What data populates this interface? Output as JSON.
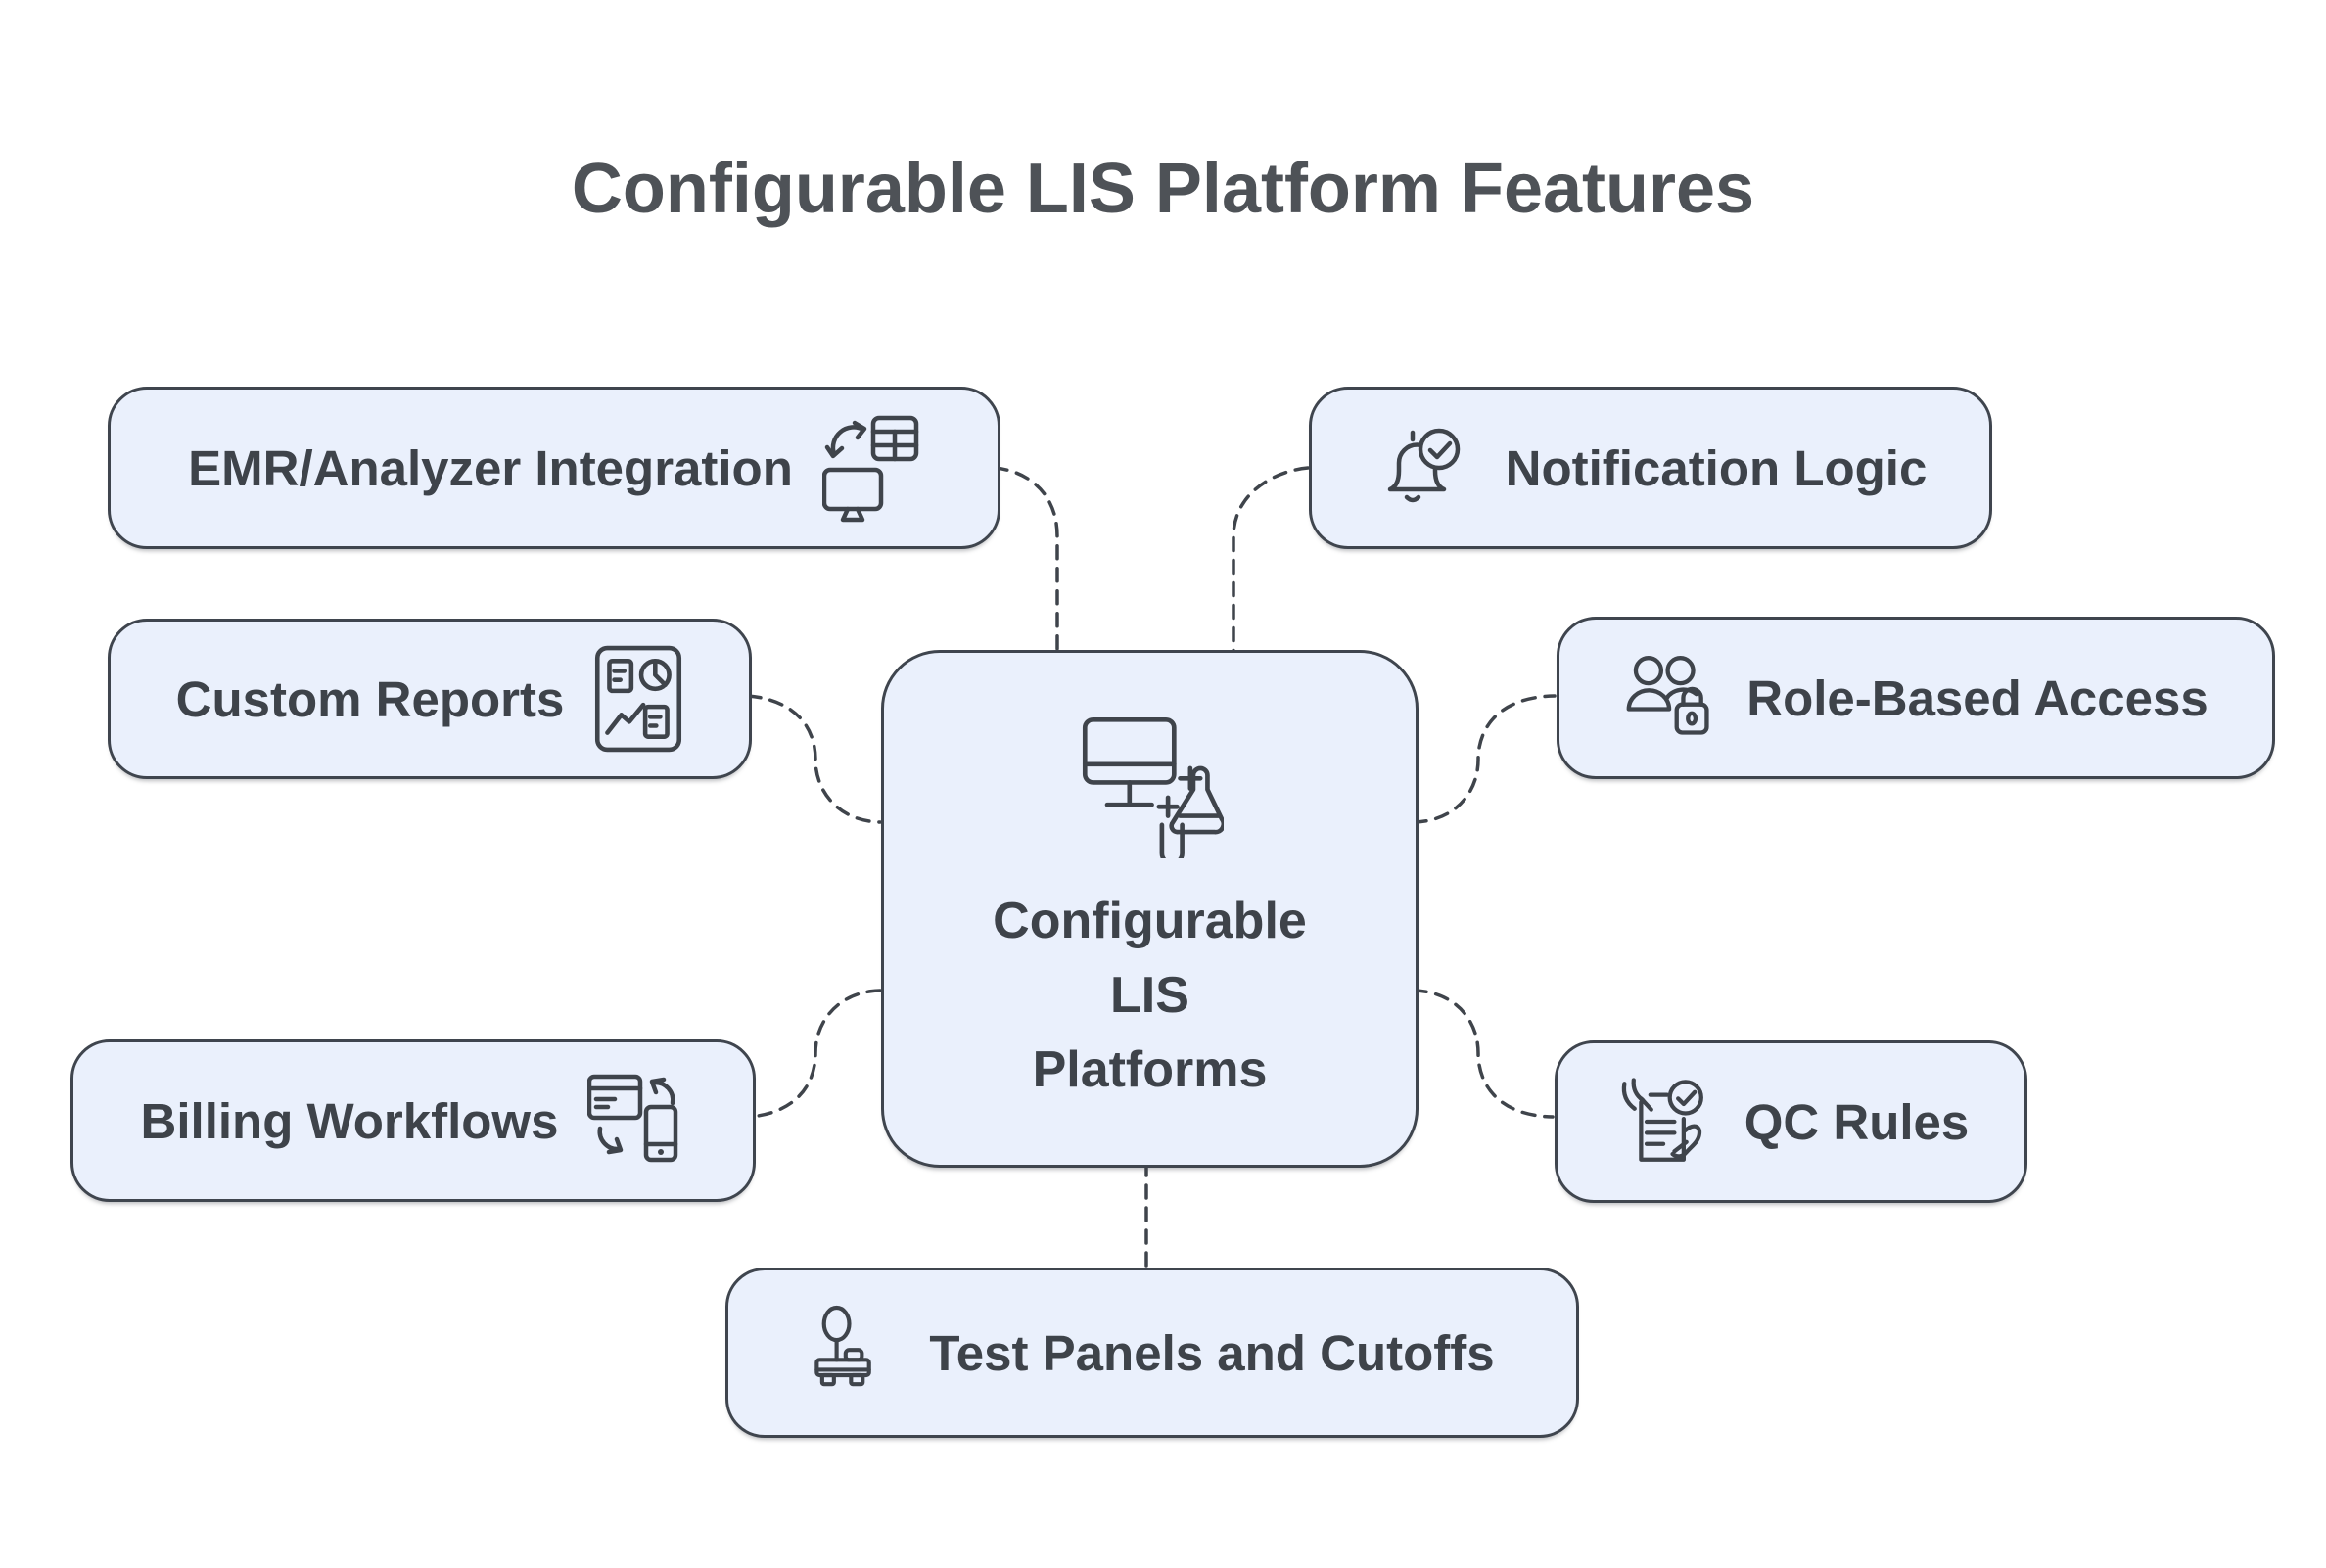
{
  "title": "Configurable LIS Platform Features",
  "center": {
    "label_lines": [
      "Configurable",
      "LIS",
      "Platforms"
    ],
    "icon": "computer-lab-flask-icon"
  },
  "nodes": {
    "emr": {
      "label": "EMR/Analyzer Integration",
      "icon": "data-exchange-monitor-icon"
    },
    "custom_reports": {
      "label": "Custom Reports",
      "icon": "report-dashboard-icon"
    },
    "billing": {
      "label": "Billing Workflows",
      "icon": "card-phone-sync-icon"
    },
    "notification": {
      "label": "Notification Logic",
      "icon": "bell-check-icon"
    },
    "role_access": {
      "label": "Role-Based Access",
      "icon": "users-lock-icon"
    },
    "qc": {
      "label": "QC Rules",
      "icon": "checklist-hands-check-icon"
    },
    "test_panels": {
      "label": "Test Panels and Cutoffs",
      "icon": "lab-scale-icon"
    }
  },
  "colors": {
    "background": "#FFFFFF",
    "node_fill": "#EAF0FC",
    "node_border": "#3F454E",
    "label_text": "#3E434A",
    "title_text": "#4E5257",
    "connector": "#3F444B"
  }
}
